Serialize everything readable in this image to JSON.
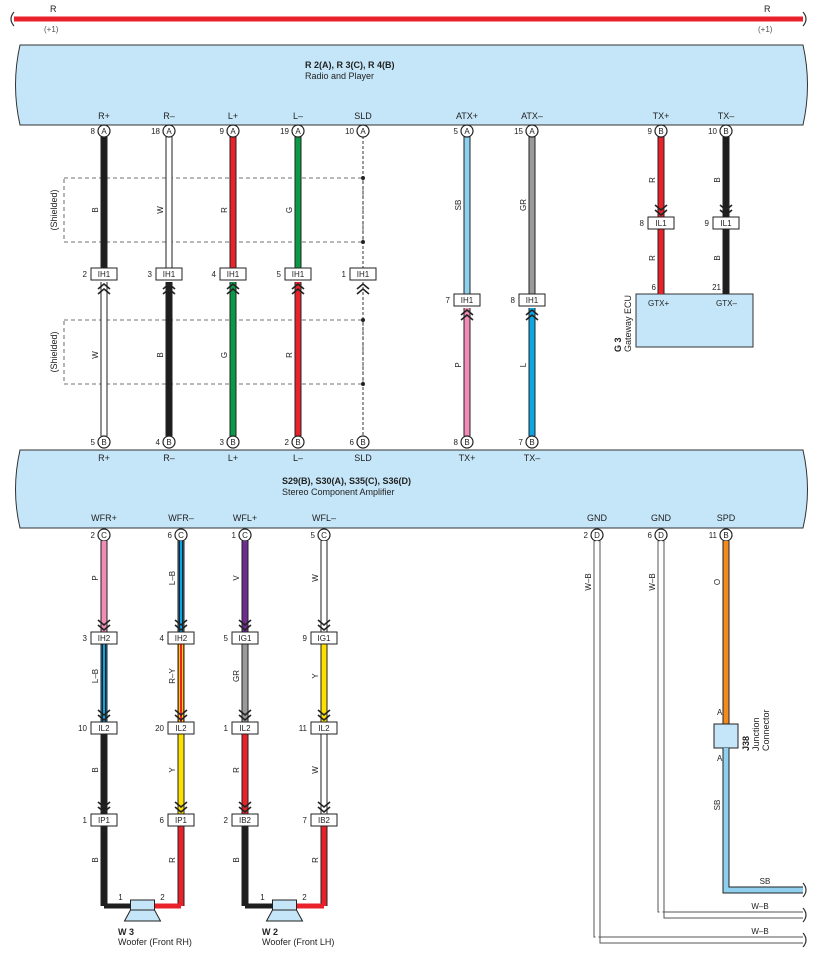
{
  "colors": {
    "R": "#e8212b",
    "B": "#1e1e1e",
    "W": "#ffffff",
    "G": "#0a9a47",
    "SB": "#8fd0ef",
    "GR": "#9a9a9a",
    "P": "#f08cb5",
    "L": "#0aa6e6",
    "V": "#6c2d8e",
    "Y": "#fbe000",
    "O": "#f28a1e",
    "panel": "#c5e6f8"
  },
  "bus": {
    "label": "R",
    "sub": "(+1)"
  },
  "radio": {
    "title": "R 2(A), R 3(C), R 4(B)",
    "subtitle": "Radio and Player"
  },
  "amp": {
    "title": "S29(B), S30(A), S35(C), S36(D)",
    "subtitle": "Stereo Component Amplifier"
  },
  "gateway": {
    "code": "G 3",
    "name": "Gateway ECU",
    "pin_p": "GTX+",
    "pin_n": "GTX–",
    "num_p": "6",
    "num_n": "21"
  },
  "shielded": "(Shielded)",
  "radio_wires": [
    {
      "label": "R+",
      "pin": "8",
      "ltr": "A",
      "c1": "B",
      "mid_conn": "IH1",
      "mid_pin": "2",
      "c2": "W",
      "bpin": "5",
      "bltr": "B",
      "blabel": "R+"
    },
    {
      "label": "R–",
      "pin": "18",
      "ltr": "A",
      "c1": "W",
      "mid_conn": "IH1",
      "mid_pin": "3",
      "c2": "B",
      "bpin": "4",
      "bltr": "B",
      "blabel": "R–"
    },
    {
      "label": "L+",
      "pin": "9",
      "ltr": "A",
      "c1": "R",
      "mid_conn": "IH1",
      "mid_pin": "4",
      "c2": "G",
      "bpin": "3",
      "bltr": "B",
      "blabel": "L+"
    },
    {
      "label": "L–",
      "pin": "19",
      "ltr": "A",
      "c1": "G",
      "mid_conn": "IH1",
      "mid_pin": "5",
      "c2": "R",
      "bpin": "2",
      "bltr": "B",
      "blabel": "L–"
    },
    {
      "label": "SLD",
      "pin": "10",
      "ltr": "A",
      "c1": "",
      "mid_conn": "IH1",
      "mid_pin": "1",
      "c2": "",
      "bpin": "6",
      "bltr": "B",
      "blabel": "SLD"
    }
  ],
  "atx_wires": [
    {
      "label": "ATX+",
      "pin": "5",
      "ltr": "A",
      "c1": "SB",
      "mid_conn": "IH1",
      "mid_pin": "7",
      "c2": "P",
      "bpin": "8",
      "bltr": "B",
      "blabel": "TX+"
    },
    {
      "label": "ATX–",
      "pin": "15",
      "ltr": "A",
      "c1": "GR",
      "mid_conn": "IH1",
      "mid_pin": "8",
      "c2": "L",
      "bpin": "7",
      "bltr": "B",
      "blabel": "TX–"
    }
  ],
  "tx_wires": [
    {
      "label": "TX+",
      "pin": "9",
      "ltr": "B",
      "c1": "R",
      "conn": "IL1",
      "conn_pin": "8",
      "c2": "R"
    },
    {
      "label": "TX–",
      "pin": "10",
      "ltr": "B",
      "c1": "B",
      "conn": "IL1",
      "conn_pin": "9",
      "c2": "B"
    }
  ],
  "woofer_wires": [
    {
      "label": "WFR+",
      "pin": "2",
      "ltr": "C",
      "c": [
        "P",
        "L–B",
        "B",
        "B"
      ],
      "conns": [
        {
          "name": "IH2",
          "pin": "3"
        },
        {
          "name": "IL2",
          "pin": "10"
        },
        {
          "name": "IP1",
          "pin": "1"
        }
      ],
      "sp_pin": "1"
    },
    {
      "label": "WFR–",
      "pin": "6",
      "ltr": "C",
      "c": [
        "L–B",
        "R–Y",
        "Y",
        "R"
      ],
      "conns": [
        {
          "name": "IH2",
          "pin": "4"
        },
        {
          "name": "IL2",
          "pin": "20"
        },
        {
          "name": "IP1",
          "pin": "6"
        }
      ],
      "sp_pin": "2"
    },
    {
      "label": "WFL+",
      "pin": "1",
      "ltr": "C",
      "c": [
        "V",
        "GR",
        "R",
        "B"
      ],
      "conns": [
        {
          "name": "IG1",
          "pin": "5"
        },
        {
          "name": "IL2",
          "pin": "1"
        },
        {
          "name": "IB2",
          "pin": "2"
        }
      ],
      "sp_pin": "1"
    },
    {
      "label": "WFL–",
      "pin": "5",
      "ltr": "C",
      "c": [
        "W",
        "Y",
        "W",
        "R"
      ],
      "conns": [
        {
          "name": "IG1",
          "pin": "9"
        },
        {
          "name": "IL2",
          "pin": "11"
        },
        {
          "name": "IB2",
          "pin": "7"
        }
      ],
      "sp_pin": "2"
    }
  ],
  "speakers": [
    {
      "code": "W 3",
      "name": "Woofer (Front RH)"
    },
    {
      "code": "W 2",
      "name": "Woofer (Front LH)"
    }
  ],
  "right_wires": [
    {
      "label": "GND",
      "pin": "2",
      "ltr": "D",
      "c": "W–B",
      "end": "W–B"
    },
    {
      "label": "GND",
      "pin": "6",
      "ltr": "D",
      "c": "W–B",
      "end": "W–B"
    },
    {
      "label": "SPD",
      "pin": "11",
      "ltr": "B",
      "c1": "O",
      "c2": "SB",
      "end": "SB"
    }
  ],
  "junction": {
    "code": "J38",
    "name1": "Junction",
    "name2": "Connector",
    "pin": "A"
  }
}
